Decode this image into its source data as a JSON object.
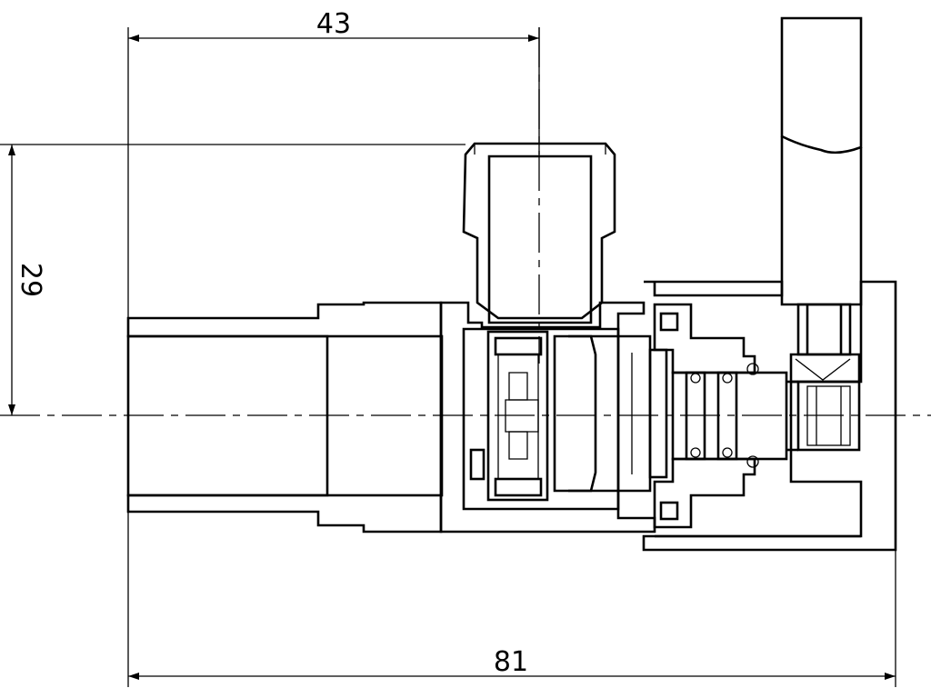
{
  "drawing": {
    "dimensions": {
      "top_width": "43",
      "left_height": "29",
      "bottom_width": "81"
    },
    "colors": {
      "line": "#000000",
      "background": "#ffffff"
    }
  }
}
